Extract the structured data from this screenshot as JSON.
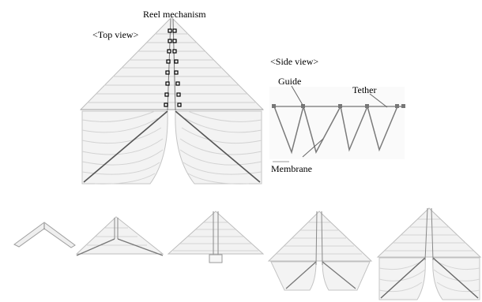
{
  "labels": {
    "reel_mechanism": "Reel mechanism",
    "top_view": "<Top view>",
    "side_view": "<Side view>",
    "guide": "Guide",
    "tether": "Tether",
    "membrane": "Membrane"
  },
  "colors": {
    "fill": "#f2f2f2",
    "stripe": "#d4d4d4",
    "edge": "#bdbdbd",
    "dark": "#444444",
    "reel_box": "#000000"
  },
  "deployment_sequence": {
    "stages": 5
  }
}
